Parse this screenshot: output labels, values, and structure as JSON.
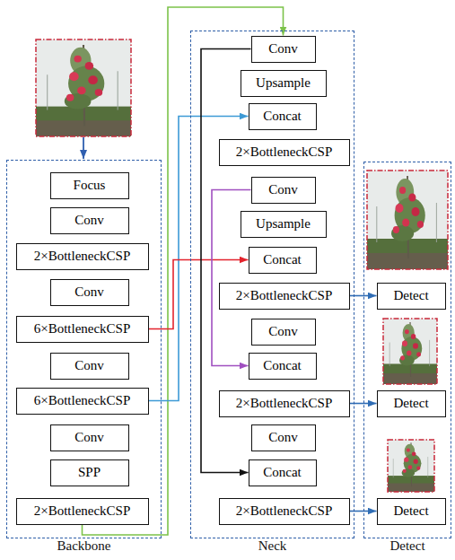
{
  "diagram": {
    "nodes": [
      {
        "text": [
          "Backbone"
        ]
      },
      {
        "text": [
          "Focus"
        ],
        "in": 0
      },
      {
        "text": [
          "Conv"
        ],
        "in": 0
      },
      {
        "text": [
          "2×BottleneckCSP"
        ],
        "in": 0
      },
      {
        "text": [
          "Conv"
        ],
        "in": 0
      },
      {
        "text": [
          "6×BottleneckCSP"
        ],
        "in": 0
      },
      {
        "text": [
          "Conv"
        ],
        "in": 0
      },
      {
        "text": [
          "6×BottleneckCSP"
        ],
        "in": 0
      },
      {
        "text": [
          "Conv"
        ],
        "in": 0
      },
      {
        "text": [
          "SPP"
        ],
        "in": 0
      },
      {
        "text": [
          "2×BottleneckCSP"
        ],
        "in": 0
      },
      {
        "text": [
          "Neck"
        ]
      },
      {
        "text": [
          "Conv"
        ],
        "in": 11
      },
      {
        "text": [
          "Upsample"
        ],
        "in": 11
      },
      {
        "text": [
          "Concat"
        ],
        "in": 11
      },
      {
        "text": [
          "2×BottleneckCSP"
        ],
        "in": 11
      },
      {
        "text": [
          "Conv"
        ],
        "in": 11
      },
      {
        "text": [
          "Upsample"
        ],
        "in": 11
      },
      {
        "text": [
          "Concat"
        ],
        "in": 11
      },
      {
        "text": [
          "2×BottleneckCSP"
        ],
        "in": 11
      },
      {
        "text": [
          "Conv"
        ],
        "in": 11
      },
      {
        "text": [
          "Concat"
        ],
        "in": 11
      },
      {
        "text": [
          "2×BottleneckCSP"
        ],
        "in": 11
      },
      {
        "text": [
          "Conv"
        ],
        "in": 11
      },
      {
        "text": [
          "Concat"
        ],
        "in": 11
      },
      {
        "text": [
          "2×BottleneckCSP"
        ],
        "in": 11
      },
      {
        "text": [
          "Detect"
        ]
      },
      {
        "text": [
          "Detect"
        ],
        "in": 26
      },
      {
        "text": [
          "Detect"
        ],
        "in": 26
      },
      {
        "text": [
          "Detect"
        ],
        "in": 26
      }
    ],
    "edges": [
      {
        "from": 10,
        "to": 12,
        "arrow": "to"
      },
      {
        "from": 7,
        "to": 14,
        "arrow": "to"
      },
      {
        "from": 5,
        "to": 18,
        "arrow": "to"
      },
      {
        "from": 16,
        "to": 21,
        "arrow": "to"
      },
      {
        "from": 12,
        "to": 24,
        "arrow": "to"
      },
      {
        "from": 19,
        "to": 27,
        "arrow": "to"
      },
      {
        "from": 22,
        "to": 28,
        "arrow": "to"
      },
      {
        "from": 25,
        "to": 29,
        "arrow": "to"
      }
    ]
  }
}
